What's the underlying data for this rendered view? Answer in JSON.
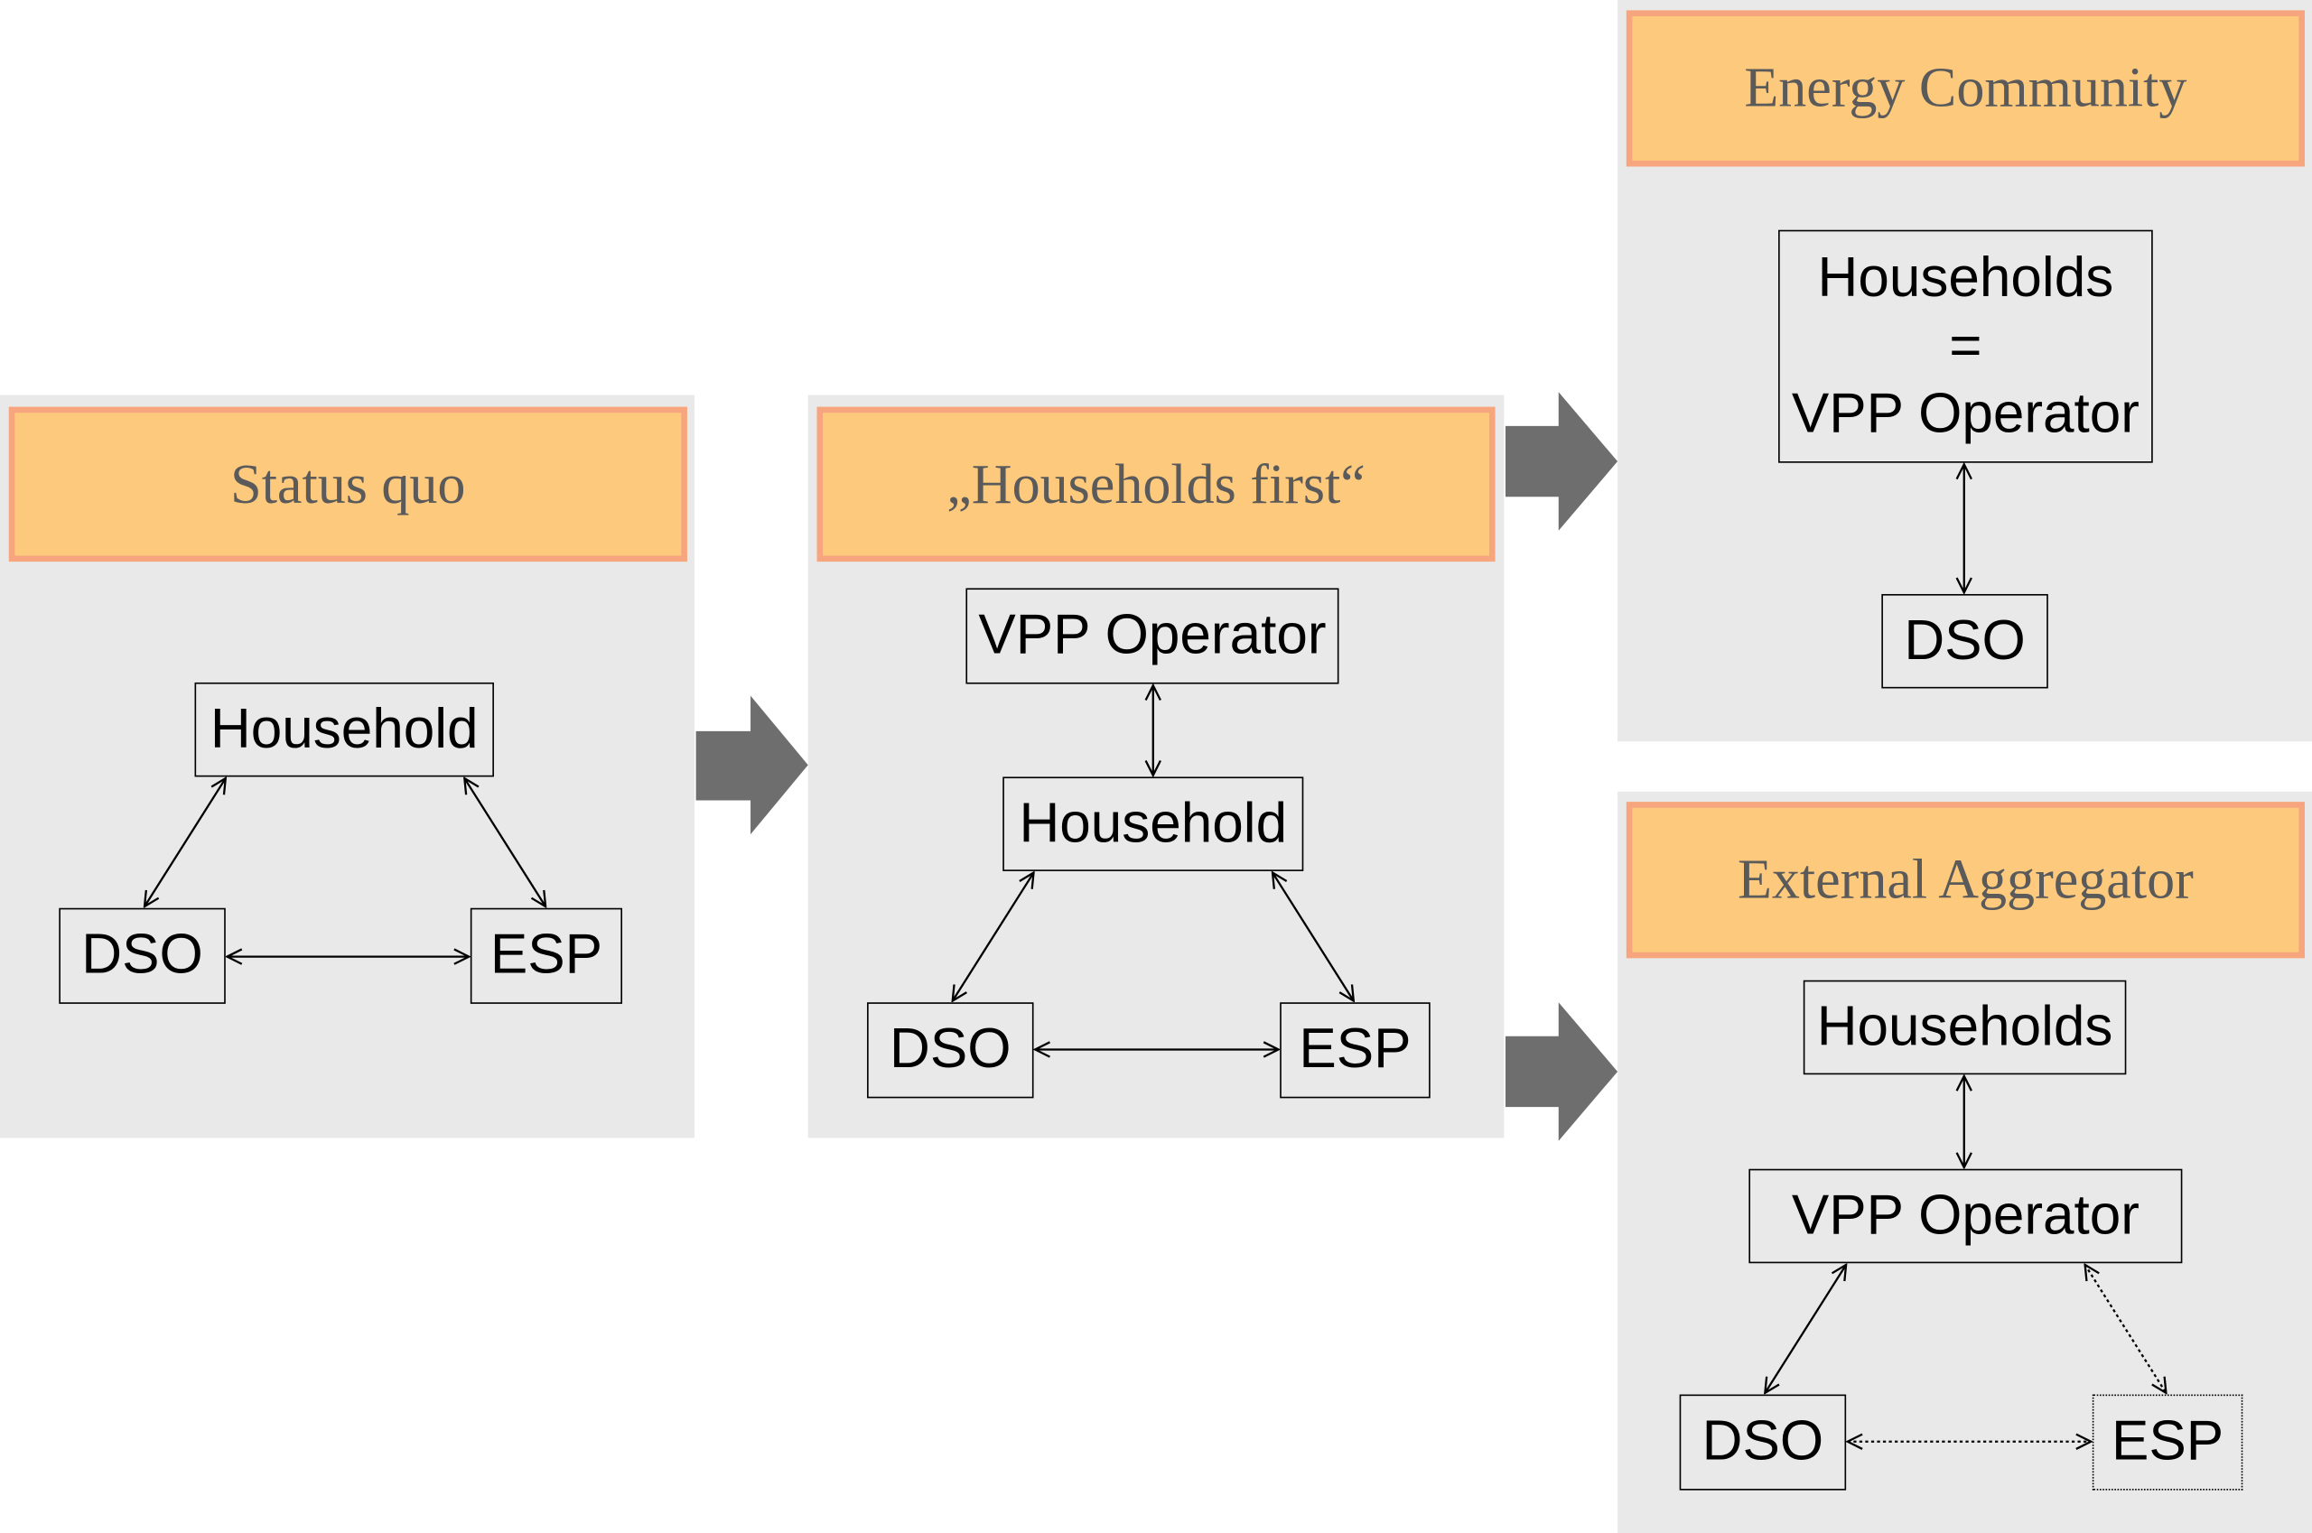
{
  "colors": {
    "panel": "#e9e9e9",
    "banner_fill": "#fdc97d",
    "banner_border": "#f6a57e",
    "big_arrow": "#6e6e6e"
  },
  "panels": {
    "status_quo": {
      "title": "Status quo",
      "nodes": {
        "household": "Household",
        "dso": "DSO",
        "esp": "ESP"
      }
    },
    "households_first": {
      "title": "„Households first“",
      "nodes": {
        "vpp": "VPP Operator",
        "household": "Household",
        "dso": "DSO",
        "esp": "ESP"
      }
    },
    "energy_community": {
      "title": "Energy Community",
      "households_line1": "Households",
      "households_line2": "=",
      "households_line3": "VPP Operator",
      "dso": "DSO"
    },
    "external_aggregator": {
      "title": "External Aggregator",
      "nodes": {
        "households": "Households",
        "vpp": "VPP Operator",
        "dso": "DSO",
        "esp": "ESP"
      }
    }
  },
  "connections": [
    {
      "from": "Household",
      "to": "DSO",
      "panel": "Status quo",
      "style": "solid",
      "direction": "both"
    },
    {
      "from": "Household",
      "to": "ESP",
      "panel": "Status quo",
      "style": "solid",
      "direction": "both"
    },
    {
      "from": "DSO",
      "to": "ESP",
      "panel": "Status quo",
      "style": "solid",
      "direction": "both"
    },
    {
      "from": "VPP Operator",
      "to": "Household",
      "panel": "Households first",
      "style": "solid",
      "direction": "both"
    },
    {
      "from": "Household",
      "to": "DSO",
      "panel": "Households first",
      "style": "solid",
      "direction": "both"
    },
    {
      "from": "Household",
      "to": "ESP",
      "panel": "Households first",
      "style": "solid",
      "direction": "both"
    },
    {
      "from": "DSO",
      "to": "ESP",
      "panel": "Households first",
      "style": "solid",
      "direction": "both"
    },
    {
      "from": "Households = VPP Operator",
      "to": "DSO",
      "panel": "Energy Community",
      "style": "solid",
      "direction": "both"
    },
    {
      "from": "Households",
      "to": "VPP Operator",
      "panel": "External Aggregator",
      "style": "solid",
      "direction": "both"
    },
    {
      "from": "VPP Operator",
      "to": "DSO",
      "panel": "External Aggregator",
      "style": "solid",
      "direction": "both"
    },
    {
      "from": "VPP Operator",
      "to": "ESP",
      "panel": "External Aggregator",
      "style": "dotted",
      "direction": "both"
    },
    {
      "from": "DSO",
      "to": "ESP",
      "panel": "External Aggregator",
      "style": "dotted",
      "direction": "both"
    }
  ],
  "transitions": [
    {
      "from": "Status quo",
      "to": "„Households first“"
    },
    {
      "from": "„Households first“",
      "to": "Energy Community"
    },
    {
      "from": "„Households first“",
      "to": "External Aggregator"
    }
  ]
}
